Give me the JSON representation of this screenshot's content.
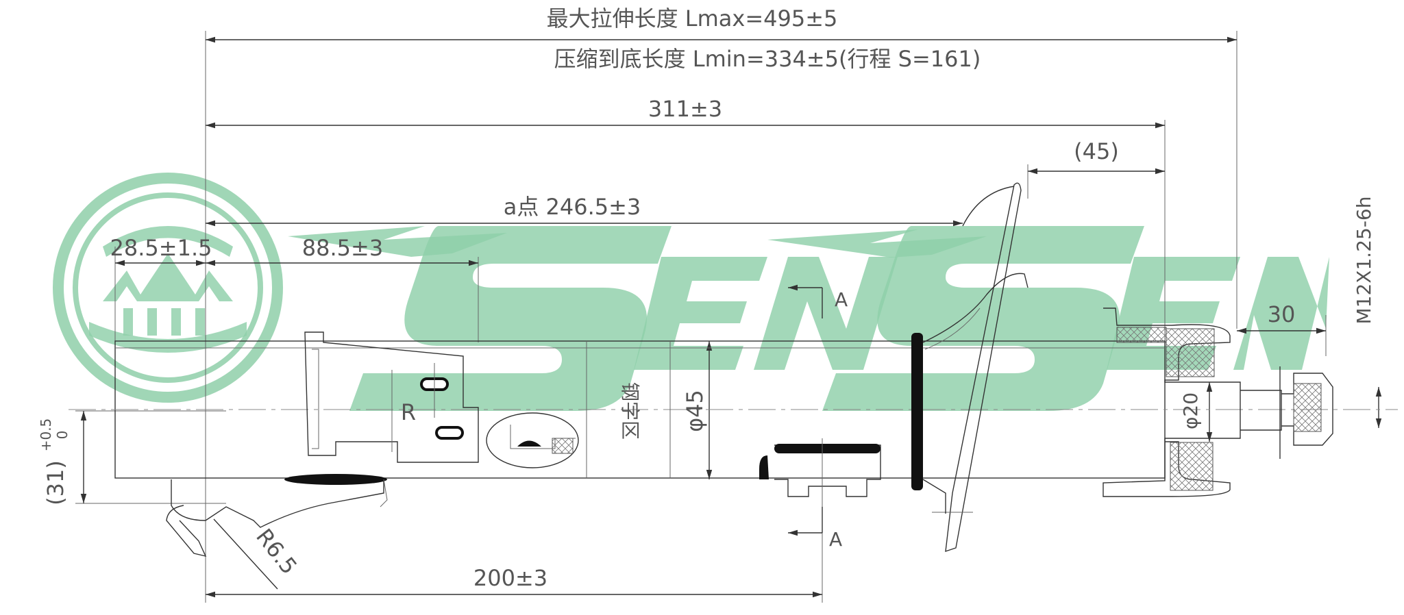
{
  "brand": {
    "name": "SENSEN",
    "watermark_color": "#8fcfa9"
  },
  "dimensions": {
    "lmax": "最大拉伸长度 Lmax=495±5",
    "lmin": "压缩到底长度 Lmin=334±5(行程 S=161)",
    "d311": "311±3",
    "d45": "(45)",
    "d246": "a点 246.5±3",
    "d28": "28.5±1.5",
    "d88": "88.5±3",
    "d30": "30",
    "thread": "M12X1.25-6h",
    "phi45": "φ45",
    "phi20": "φ20",
    "d31": "(31)",
    "tol_upper": "+0.5",
    "tol_lower": "0",
    "r65": "R6.5",
    "d200": "200±3",
    "mark_r": "R",
    "section_a": "A",
    "steel_label": "钢字区"
  }
}
